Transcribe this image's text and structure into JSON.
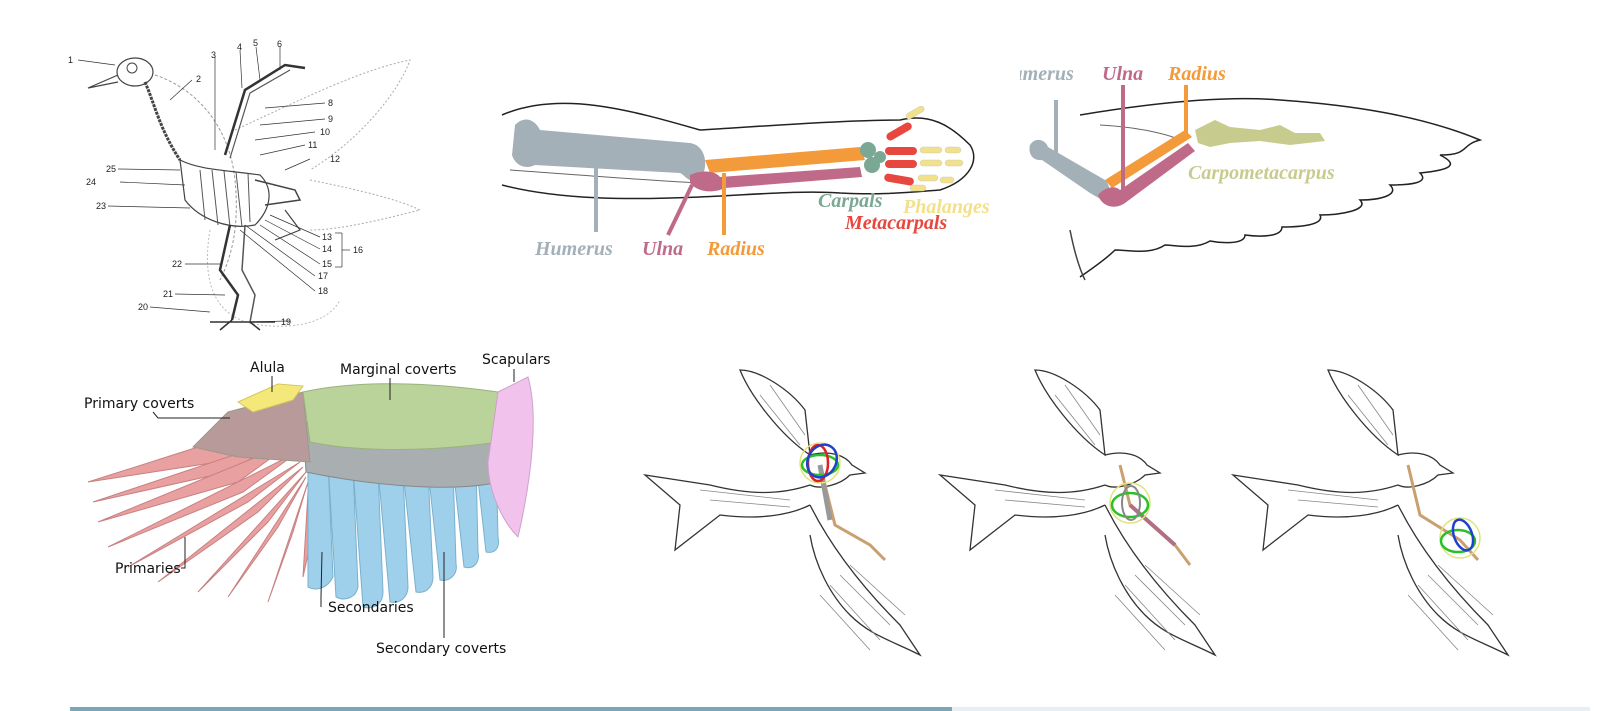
{
  "skeleton": {
    "numbers": [
      "1",
      "2",
      "3",
      "4",
      "5",
      "6",
      "8",
      "9",
      "10",
      "11",
      "12",
      "13",
      "14",
      "15",
      "16",
      "17",
      "18",
      "19",
      "20",
      "21",
      "22",
      "23",
      "24",
      "25"
    ]
  },
  "arm": {
    "humerus": "Humerus",
    "ulna": "Ulna",
    "radius": "Radius",
    "carpals": "Carpals",
    "phalanges": "Phalanges",
    "metacarpals": "Metacarpals"
  },
  "wing_bones": {
    "humerus": "Humerus",
    "ulna": "Ulna",
    "radius": "Radius",
    "carpometacarpus": "Carpometacarpus"
  },
  "feathers": {
    "alula": "Alula",
    "marginal_coverts": "Marginal coverts",
    "scapulars": "Scapulars",
    "primary_coverts": "Primary coverts",
    "primaries": "Primaries",
    "secondaries": "Secondaries",
    "secondary_coverts": "Secondary coverts"
  },
  "colors": {
    "humerus": "#a3b0b8",
    "ulna": "#c06a8a",
    "radius": "#f39a3a",
    "carpals": "#7ba894",
    "metacarpals": "#e8473f",
    "phalanges": "#f2e08a",
    "carpometacarpus": "#c7cc8e",
    "primaries": "#e8a0a0",
    "secondaries": "#9ed0ec",
    "coverts_grey": "#a9aeb0",
    "marginal": "#b9d39a",
    "alula": "#f5e87a",
    "scapulars": "#f0c2ec"
  },
  "progress": {
    "value": 0.58
  }
}
